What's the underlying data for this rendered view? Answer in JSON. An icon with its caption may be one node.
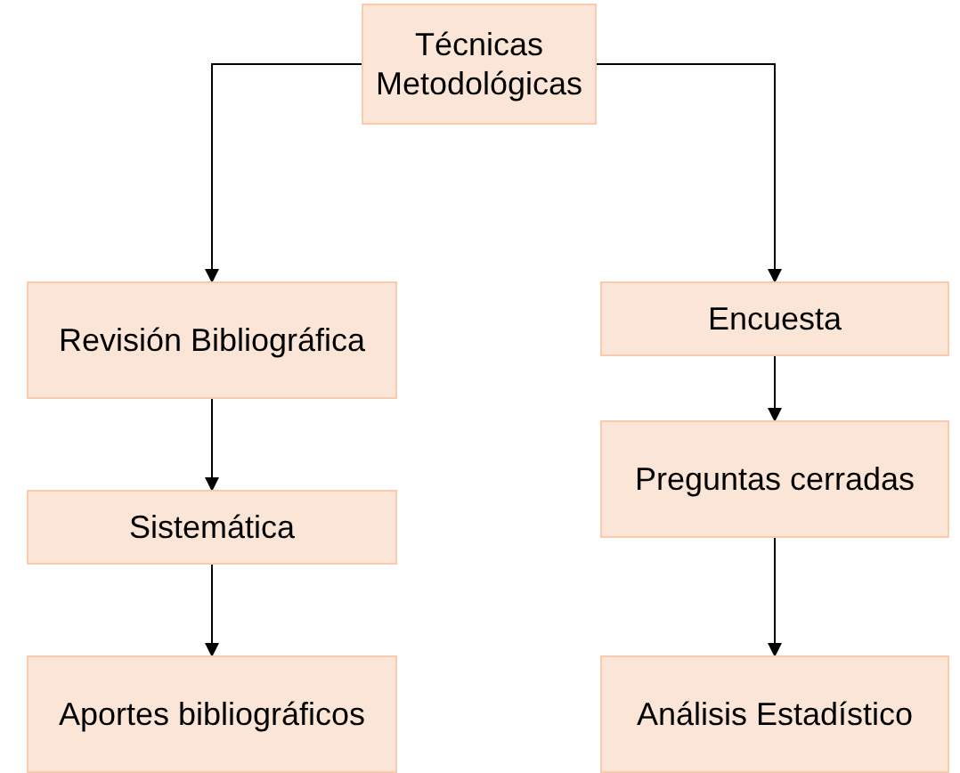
{
  "diagram": {
    "nodes": [
      {
        "text": [
          "Técnicas Metodológicas"
        ]
      },
      {
        "text": [
          "Revisión Bibliográfica"
        ]
      },
      {
        "text": [
          "Sistemática"
        ]
      },
      {
        "text": [
          "Aportes bibliográficos"
        ]
      },
      {
        "text": [
          "Encuesta"
        ]
      },
      {
        "text": [
          "Preguntas cerradas"
        ]
      },
      {
        "text": [
          "Análisis Estadístico"
        ]
      }
    ],
    "edges": [
      {
        "from": 0,
        "to": 1,
        "arrow": "to"
      },
      {
        "from": 1,
        "to": 2,
        "arrow": "to"
      },
      {
        "from": 2,
        "to": 3,
        "arrow": "to"
      },
      {
        "from": 0,
        "to": 4,
        "arrow": "to"
      },
      {
        "from": 4,
        "to": 5,
        "arrow": "to"
      },
      {
        "from": 5,
        "to": 6,
        "arrow": "to"
      }
    ]
  }
}
